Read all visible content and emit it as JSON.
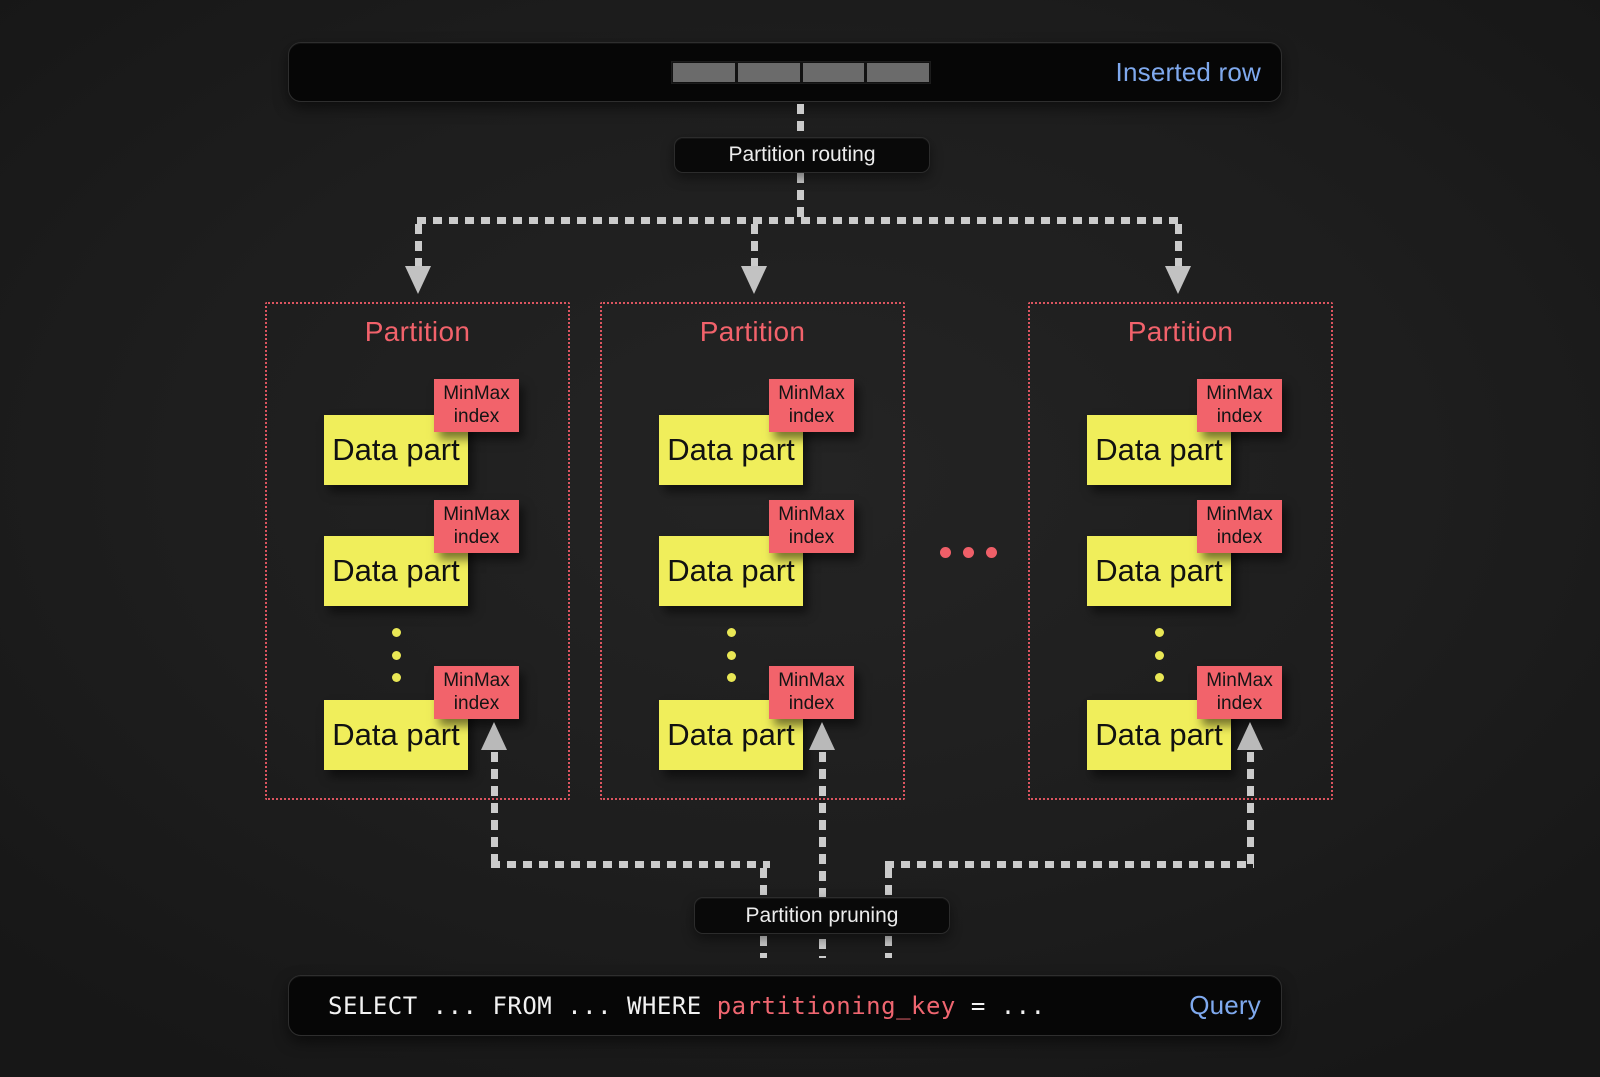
{
  "header": {
    "inserted_row_label": "Inserted row"
  },
  "labels": {
    "routing": "Partition routing",
    "pruning": "Partition pruning"
  },
  "partitions": [
    {
      "title": "Partition",
      "parts": [
        {
          "data": "Data part",
          "index_line1": "MinMax",
          "index_line2": "index"
        },
        {
          "data": "Data part",
          "index_line1": "MinMax",
          "index_line2": "index"
        },
        {
          "data": "Data part",
          "index_line1": "MinMax",
          "index_line2": "index"
        }
      ]
    },
    {
      "title": "Partition",
      "parts": [
        {
          "data": "Data part",
          "index_line1": "MinMax",
          "index_line2": "index"
        },
        {
          "data": "Data part",
          "index_line1": "MinMax",
          "index_line2": "index"
        },
        {
          "data": "Data part",
          "index_line1": "MinMax",
          "index_line2": "index"
        }
      ]
    },
    {
      "title": "Partition",
      "parts": [
        {
          "data": "Data part",
          "index_line1": "MinMax",
          "index_line2": "index"
        },
        {
          "data": "Data part",
          "index_line1": "MinMax",
          "index_line2": "index"
        },
        {
          "data": "Data part",
          "index_line1": "MinMax",
          "index_line2": "index"
        }
      ]
    }
  ],
  "query": {
    "sql_prefix": "SELECT ... FROM ... WHERE ",
    "sql_key": "partitioning_key",
    "sql_suffix": " = ...",
    "label": "Query"
  },
  "colors": {
    "accent_blue": "#7fa9ee",
    "accent_red": "#f2626b",
    "data_part_yellow": "#f0ee5b",
    "minmax_red": "#f2636b",
    "partition_border_red": "#dc5560",
    "connector_gray": "#cbcbcb",
    "label_bg": "#090909"
  }
}
